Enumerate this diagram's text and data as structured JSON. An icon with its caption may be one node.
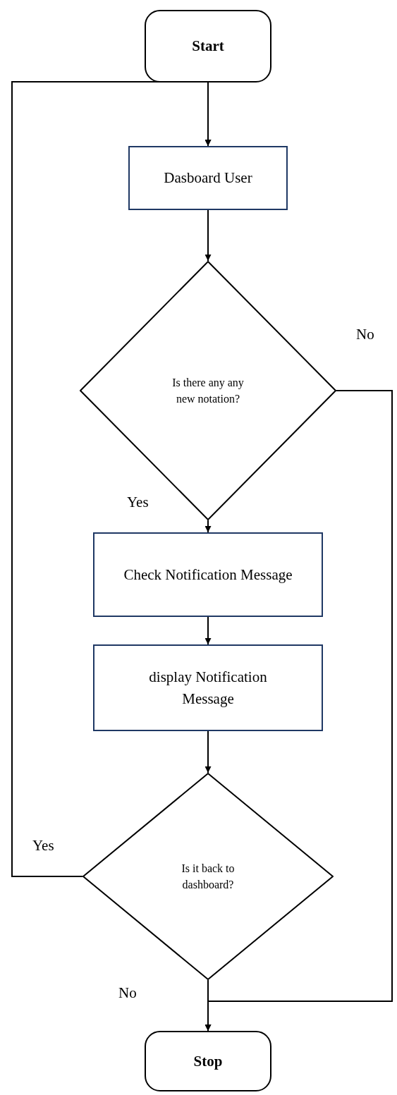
{
  "diagram": {
    "nodes": [
      {
        "text": [
          "Start"
        ]
      },
      {
        "text": [
          "Dasboard User"
        ]
      },
      {
        "text": [
          "Is there any any new notation?"
        ]
      },
      {
        "text": [
          "Check Notification Message"
        ]
      },
      {
        "text": [
          "display Notification Message"
        ]
      },
      {
        "text": [
          "Is it back to dashboard?"
        ]
      },
      {
        "text": [
          "Stop"
        ]
      }
    ],
    "edges": [
      {
        "from": 0,
        "to": 1,
        "arrow": "to"
      },
      {
        "from": 1,
        "to": 2,
        "arrow": "to"
      },
      {
        "from": 2,
        "to": 3,
        "arrow": "to",
        "label": "Yes"
      },
      {
        "from": 3,
        "to": 4,
        "arrow": "to"
      },
      {
        "from": 4,
        "to": 5,
        "arrow": "to"
      },
      {
        "from": 5,
        "to": 1,
        "arrow": "to",
        "label": "Yes"
      },
      {
        "from": 5,
        "to": 6,
        "arrow": "to",
        "label": "No"
      },
      {
        "from": 2,
        "to": 6,
        "arrow": "to",
        "label": "No"
      }
    ]
  }
}
